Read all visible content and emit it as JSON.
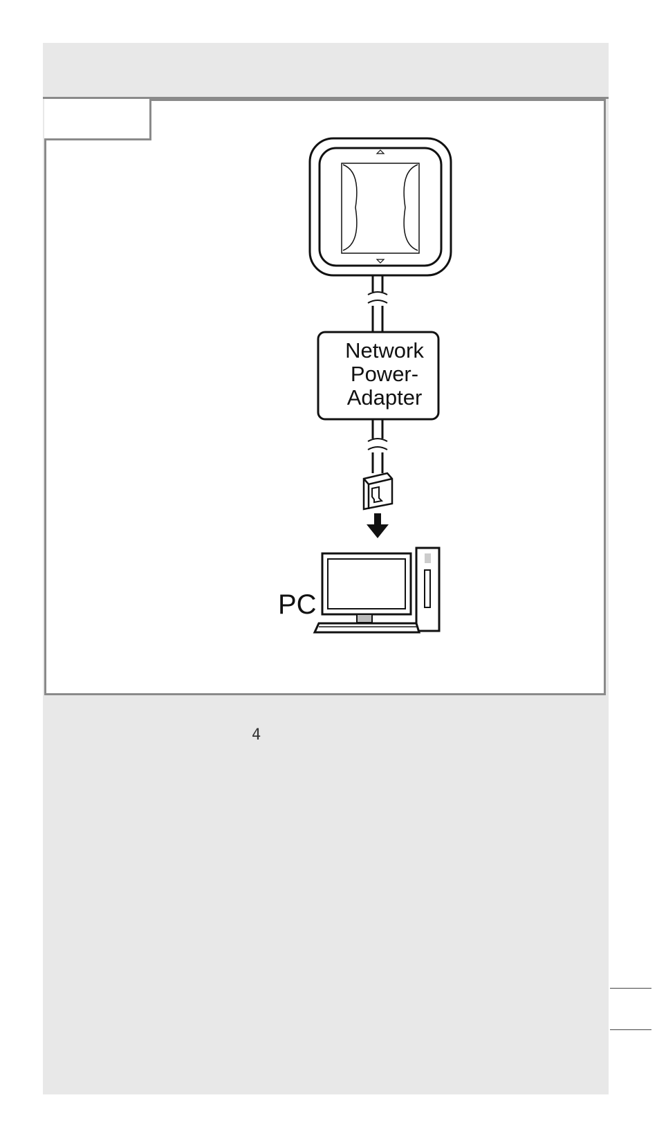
{
  "diagram": {
    "adapter_label": {
      "line1": "Network",
      "line2": "Power-",
      "line3": "Adapter"
    },
    "pc_label": "PC",
    "page_mark": "4"
  },
  "colors": {
    "page_background": "#e8e8e8",
    "frame_border": "#8a8a8a",
    "line": "#111111"
  }
}
